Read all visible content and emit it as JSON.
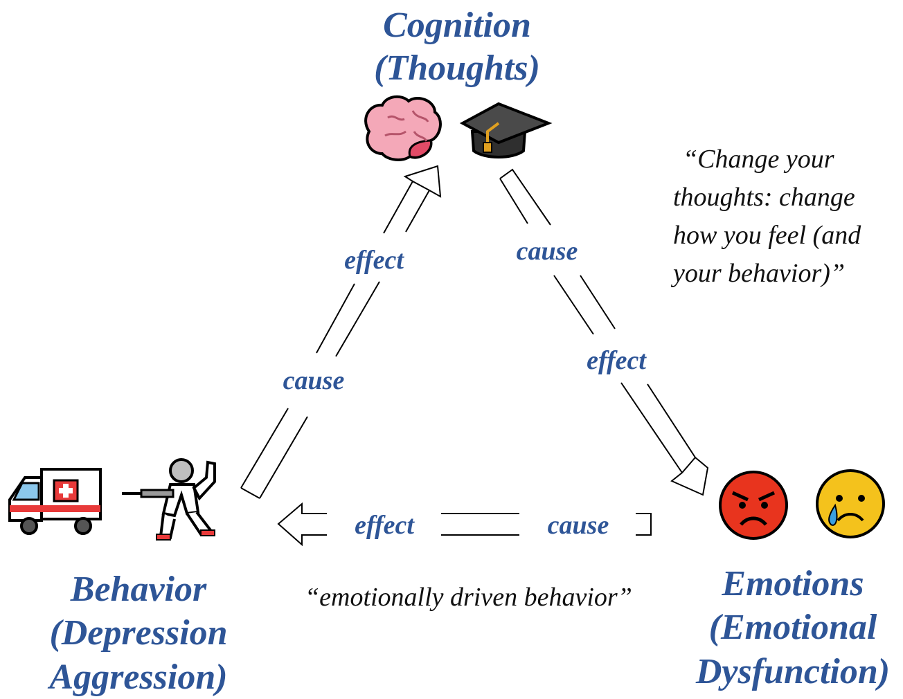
{
  "nodes": {
    "cognition": {
      "line1": "Cognition",
      "line2": "(Thoughts)"
    },
    "behavior": {
      "line1": "Behavior",
      "line2": "(Depression",
      "line3": "Aggression)"
    },
    "emotions": {
      "line1": "Emotions",
      "line2": "(Emotional",
      "line3": "Dysfunction)"
    }
  },
  "icons": {
    "cognition": [
      "brain-icon",
      "graduation-cap-icon"
    ],
    "behavior": [
      "ambulance-icon",
      "fencer-icon"
    ],
    "emotions": [
      "angry-face-icon",
      "crying-face-icon"
    ]
  },
  "arrows": {
    "behavior_to_cognition": {
      "cause": "cause",
      "effect": "effect"
    },
    "cognition_to_emotions": {
      "cause": "cause",
      "effect": "effect"
    },
    "emotions_to_behavior": {
      "cause": "cause",
      "effect": "effect"
    }
  },
  "quotes": {
    "cognition": {
      "line1": "“Change your",
      "line2": "thoughts: change",
      "line3": "how you feel (and",
      "line4": "your behavior)”"
    },
    "emotional": "“emotionally driven behavior”"
  },
  "colors": {
    "label": "#2e5597",
    "arrow_stroke": "#000000",
    "quote_text": "#111111"
  }
}
